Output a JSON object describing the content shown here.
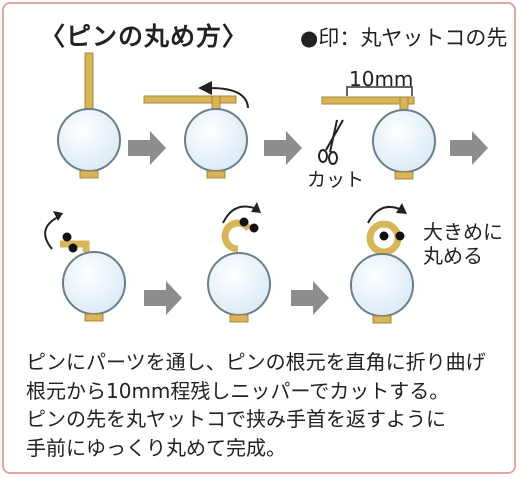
{
  "title": "〈ピンの丸め方〉",
  "legend": "●印：丸ヤットコの先",
  "labels": {
    "measure": "10mm",
    "cut": "カット",
    "round_line1": "大きめに",
    "round_line2": "丸める"
  },
  "description": [
    "ピンにパーツを通し、ピンの根元を直角に折り曲げ",
    "根元から10mm程残しニッパーでカットする。",
    "ピンの先を丸ヤットコで挟み手首を返すように",
    "手前にゆっくり丸めて完成。"
  ],
  "colors": {
    "border": "#e3a4a4",
    "bead_fill": "#e4f0f8",
    "bead_stroke": "#6b7e8c",
    "pin": "#d9b55a",
    "arrow": "#8d8d8d"
  }
}
